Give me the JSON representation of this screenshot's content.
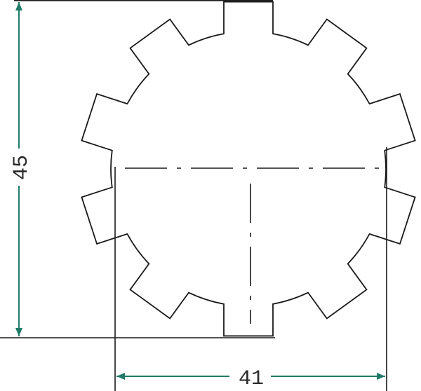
{
  "dimensions": {
    "height_label": "45",
    "width_label": "41"
  },
  "gear": {
    "tooth_count": 10
  },
  "colors": {
    "outline": "#1a1a1a",
    "dimension": "#1f7a68",
    "text": "#2a2a2a"
  }
}
